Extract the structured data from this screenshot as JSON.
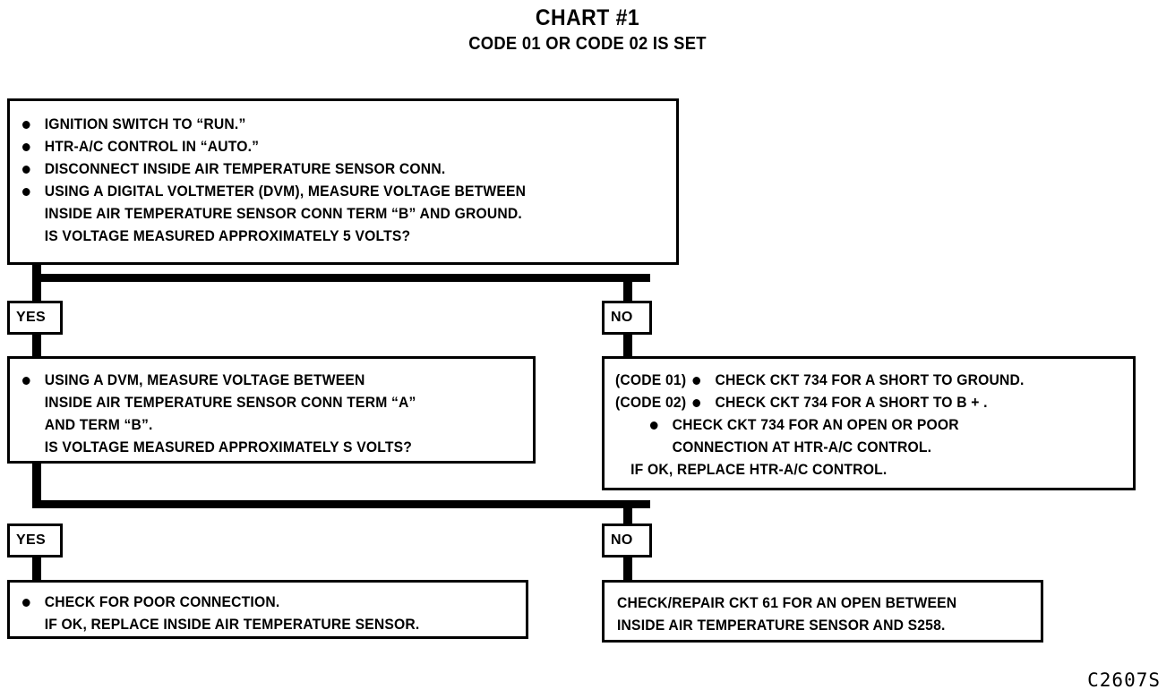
{
  "header": {
    "title": "CHART #1",
    "subtitle": "CODE 01 OR CODE 02 IS SET"
  },
  "corner_code": "C2607S",
  "labels": {
    "yes": "YES",
    "no": "NO"
  },
  "boxes": {
    "step1": {
      "name": "initial-conditions-box",
      "lines": [
        {
          "bullet": true,
          "text": "IGNITION SWITCH TO “RUN.”"
        },
        {
          "bullet": true,
          "text": "HTR-A/C CONTROL IN “AUTO.”"
        },
        {
          "bullet": true,
          "text": "DISCONNECT INSIDE AIR TEMPERATURE SENSOR CONN."
        },
        {
          "bullet": true,
          "text": "USING A DIGITAL VOLTMETER (DVM), MEASURE VOLTAGE BETWEEN"
        },
        {
          "bullet": false,
          "text": "INSIDE AIR TEMPERATURE SENSOR CONN TERM “B” AND GROUND."
        },
        {
          "bullet": false,
          "text": "IS VOLTAGE MEASURED APPROXIMATELY 5 VOLTS?"
        }
      ]
    },
    "step2_yes": {
      "name": "measure-term-a-to-b-box",
      "lines": [
        {
          "bullet": true,
          "text": "USING A DVM, MEASURE VOLTAGE BETWEEN"
        },
        {
          "bullet": false,
          "text": "INSIDE AIR TEMPERATURE SENSOR CONN TERM “A”"
        },
        {
          "bullet": false,
          "text": "AND TERM “B”."
        },
        {
          "bullet": false,
          "text": "IS VOLTAGE MEASURED APPROXIMATELY S VOLTS?"
        }
      ]
    },
    "step2_no": {
      "name": "ckt-734-checks-box",
      "lines": [
        {
          "tag": "(CODE 01)",
          "bullet": true,
          "text": "CHECK CKT 734 FOR A SHORT TO GROUND."
        },
        {
          "tag": "(CODE 02)",
          "bullet": true,
          "text": "CHECK CKT 734 FOR A SHORT TO B + ."
        },
        {
          "tag": "",
          "bullet": true,
          "text": "CHECK CKT 734 FOR AN OPEN OR POOR"
        },
        {
          "tag": "",
          "bullet": false,
          "text": "CONNECTION AT HTR-A/C CONTROL."
        },
        {
          "tag": "",
          "bullet": false,
          "text": "IF OK, REPLACE HTR-A/C CONTROL.",
          "indent": "if-ok"
        }
      ]
    },
    "step3_yes": {
      "name": "poor-connection-box",
      "lines": [
        {
          "bullet": true,
          "text": "CHECK FOR POOR CONNECTION."
        },
        {
          "bullet": false,
          "text": "IF OK, REPLACE INSIDE AIR TEMPERATURE SENSOR."
        }
      ]
    },
    "step3_no": {
      "name": "ckt-61-repair-box",
      "lines": [
        {
          "bullet": false,
          "text": "CHECK/REPAIR CKT 61 FOR AN OPEN BETWEEN"
        },
        {
          "bullet": false,
          "text": "INSIDE AIR TEMPERATURE SENSOR AND S258."
        }
      ]
    }
  }
}
